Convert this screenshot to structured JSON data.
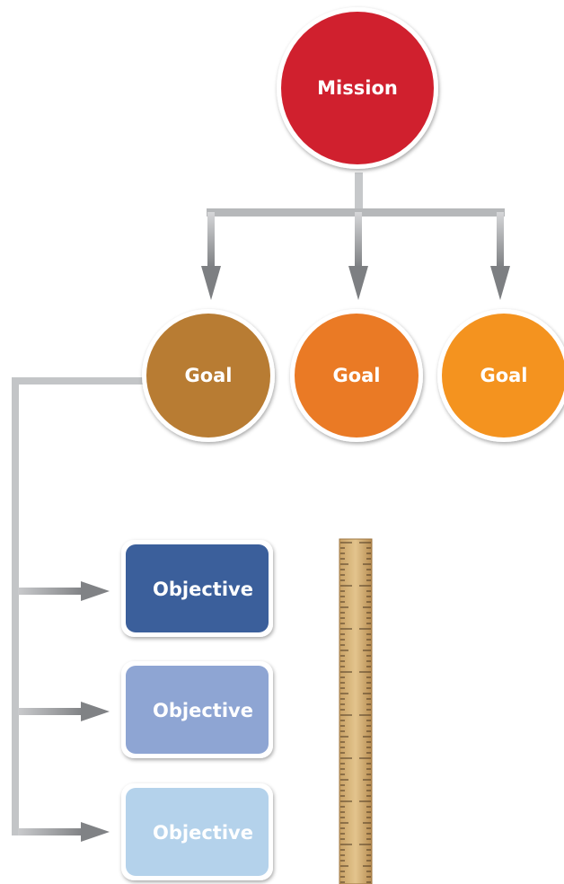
{
  "mission": {
    "label": "Mission",
    "color": "#d0202e"
  },
  "goals": [
    {
      "label": "Goal",
      "color": "#b87c33"
    },
    {
      "label": "Goal",
      "color": "#ea7a25"
    },
    {
      "label": "Goal",
      "color": "#f4931f"
    }
  ],
  "objectives": [
    {
      "label": "Objective",
      "color": "#3b5f9b"
    },
    {
      "label": "Objective",
      "color": "#8ea5d3"
    },
    {
      "label": "Objective",
      "color": "#b4d2eb"
    }
  ],
  "connector_color": "#a7a9ac",
  "ruler_image": "wooden-ruler"
}
